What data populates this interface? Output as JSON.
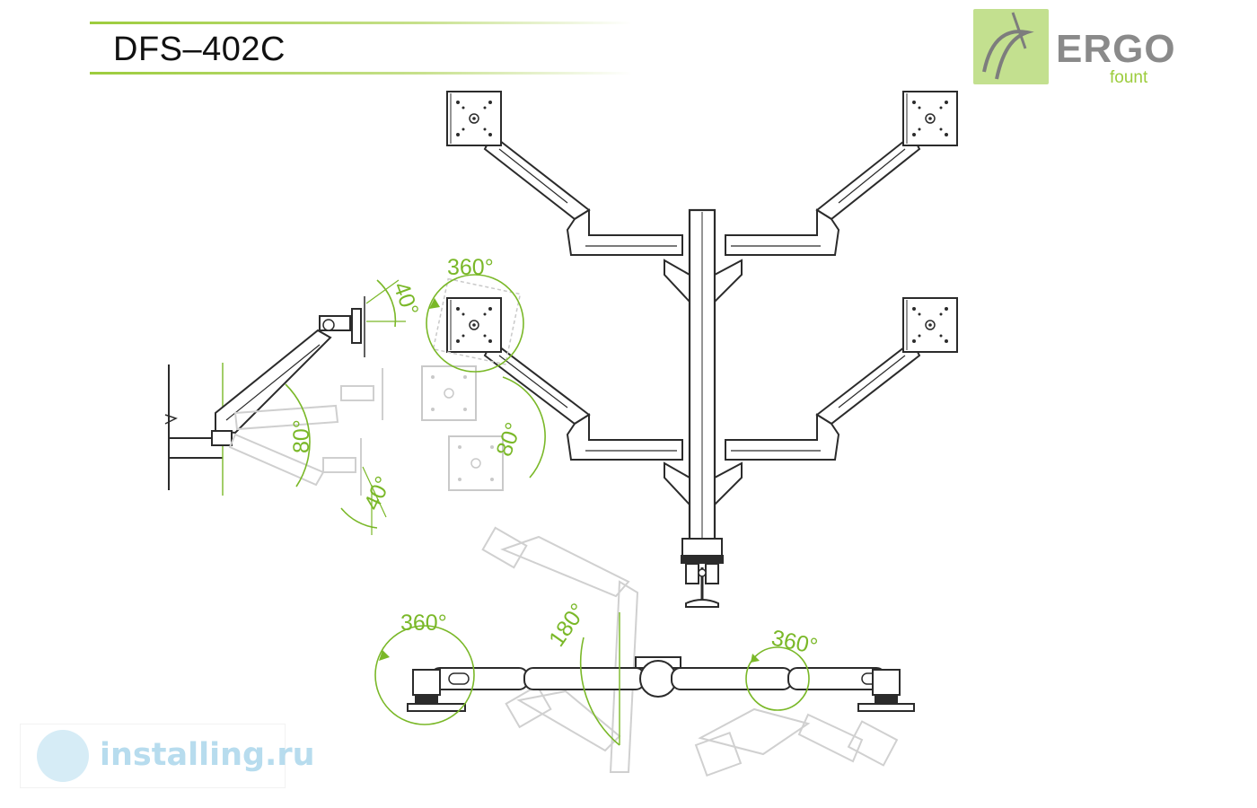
{
  "title": "DFS–402C",
  "logo": {
    "brand": "ERGO",
    "sub": "fount"
  },
  "angles": {
    "tilt_up": "40°",
    "tilt_down": "40°",
    "rotation_side": "360°",
    "arm_lift_left": "80°",
    "arm_lift_right": "80°",
    "swivel_center": "180°",
    "rotation_bottom_left": "360°",
    "rotation_bottom_right": "360°"
  },
  "watermark": "installing.ru",
  "colors": {
    "accent": "#7ab828",
    "line": "#2b2b2b",
    "ghost": "#c9c9c9"
  }
}
